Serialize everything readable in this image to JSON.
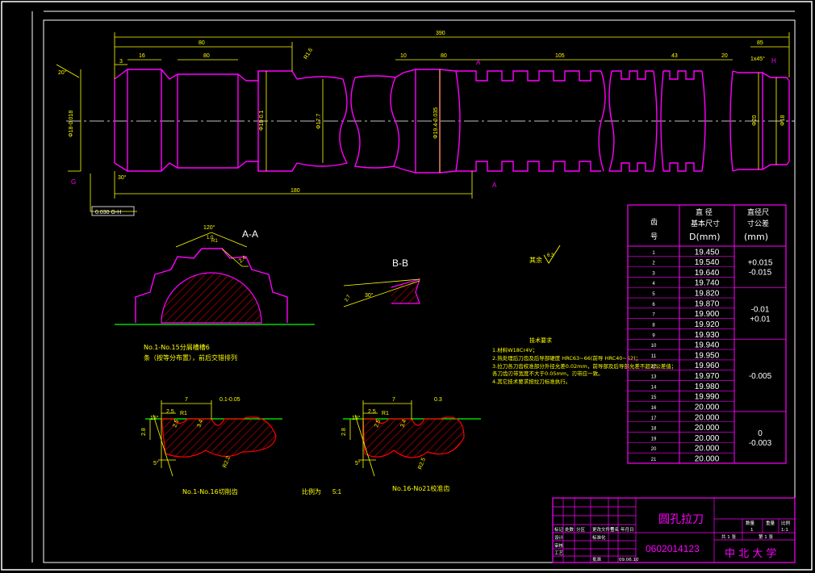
{
  "colors": {
    "background": "#000000",
    "frame": "#ffffff",
    "part_outline": "#ff00ff",
    "dimension": "#ffff00",
    "centerline": "#ffffff",
    "hatch": "#ff0000",
    "ground_line": "#00ff00",
    "table_text": "#ffffff",
    "title_text": "#ff00ff"
  },
  "main_view": {
    "dims_top": [
      "390",
      "80",
      "16",
      "80",
      "10",
      "80",
      "105",
      "43",
      "20",
      "85",
      "1x45°"
    ],
    "dims_bottom": [
      "180"
    ],
    "diameters": [
      "Φ18-0.018",
      "Φ18-0.1",
      "Φ17.7",
      "Φ19.4-0.035",
      "Φ20",
      "Φ18"
    ],
    "labels": {
      "small_dim_3": "3",
      "chamfer_r": "R1.6",
      "tolerance_frame": "0.030 G-H",
      "datum_g": "G",
      "datum_h": "H",
      "section_a": "A",
      "angle_20": "20°",
      "angle_30": "30°"
    }
  },
  "section_aa": {
    "title": "A-A",
    "angle": "120°",
    "dim_small": "1.0",
    "radius": "R1",
    "width": "2.4",
    "caption_line1": "No.1-No.15分屑槽槽6",
    "caption_line2": "条（按等分布置），前后交错排列"
  },
  "section_bb": {
    "title": "B-B",
    "angle": "30°",
    "dim": "2.7"
  },
  "roughness": {
    "prefix": "其余",
    "value": "6.3"
  },
  "tech_requirements": {
    "title": "技术要求",
    "items": [
      "1.材料W18Cr4V；",
      "2.热处理后刀齿及后导部硬度 HRC63~66(前导 HRC40~52)；",
      "3.拉刀各刀齿校准部分外径允差0.02mm，前导部及后导部允差不超过公差值；",
      "  各刀齿刃带宽度不大于0.05mm，刃带应一致。",
      "4.其它技术要求按拉刀标准执行。"
    ]
  },
  "tooth_profile_1": {
    "dims": [
      "7",
      "0.1-0.05",
      "2.5",
      "R1",
      "2.8",
      "2.5",
      "5°",
      "15°",
      "3.4",
      "R2.2"
    ],
    "caption": "No.1-No.16切削齿",
    "scale_label": "比例为",
    "scale_value": "5:1"
  },
  "tooth_profile_2": {
    "dims": [
      "7",
      "0.3",
      "2.5",
      "R1",
      "2.8",
      "2.5",
      "5°",
      "15°",
      "3.4",
      "R2.5"
    ],
    "caption": "No.16-No21校准齿"
  },
  "tooth_table": {
    "header_num_line1": "齿",
    "header_num_line2": "号",
    "header_dia_line1": "直 径",
    "header_dia_line2": "基本尺寸",
    "header_dia_line3": "D(mm)",
    "header_tol_line1": "直径尺",
    "header_tol_line2": "寸公差",
    "header_tol_line3": "(mm)",
    "rows": [
      {
        "n": "1",
        "d": "19.450"
      },
      {
        "n": "2",
        "d": "19.540"
      },
      {
        "n": "3",
        "d": "19.640"
      },
      {
        "n": "4",
        "d": "19.740"
      },
      {
        "n": "5",
        "d": "19.820"
      },
      {
        "n": "6",
        "d": "19.870"
      },
      {
        "n": "7",
        "d": "19.900"
      },
      {
        "n": "8",
        "d": "19.920"
      },
      {
        "n": "9",
        "d": "19.930"
      },
      {
        "n": "10",
        "d": "19.940"
      },
      {
        "n": "11",
        "d": "19.950"
      },
      {
        "n": "12",
        "d": "19.960"
      },
      {
        "n": "13",
        "d": "19.970"
      },
      {
        "n": "14",
        "d": "19.980"
      },
      {
        "n": "15",
        "d": "19.990"
      },
      {
        "n": "16",
        "d": "20.000"
      },
      {
        "n": "17",
        "d": "20.000"
      },
      {
        "n": "18",
        "d": "20.000"
      },
      {
        "n": "19",
        "d": "20.000"
      },
      {
        "n": "20",
        "d": "20.000"
      },
      {
        "n": "21",
        "d": "20.000"
      }
    ],
    "tolerance_groups": [
      {
        "rows": [
          1,
          4
        ],
        "lines": [
          "+0.015",
          "-0.015"
        ]
      },
      {
        "rows": [
          5,
          9
        ],
        "lines": [
          "-0.01",
          "+0.01"
        ]
      },
      {
        "rows": [
          10,
          16
        ],
        "lines": [
          "-0.005"
        ]
      },
      {
        "rows": [
          17,
          21
        ],
        "lines": [
          "0",
          "-0.003"
        ]
      }
    ]
  },
  "title_block": {
    "drawing_name": "圆孔拉刀",
    "drawing_number": "0602014123",
    "school": "中 北 大 学",
    "scale_label": "比例",
    "scale": "1:1",
    "qty_label": "数量",
    "qty": "1",
    "weight_label": "重量",
    "sheet": "共 1 张",
    "sheet2": "第 1 张",
    "left_labels": [
      "标记",
      "处数",
      "分区",
      "更改文件号",
      "签名",
      "年月日"
    ],
    "left_roles": [
      "设计",
      "审核",
      "工艺",
      "标准化",
      "批准"
    ],
    "date_text": "09.06.10"
  }
}
